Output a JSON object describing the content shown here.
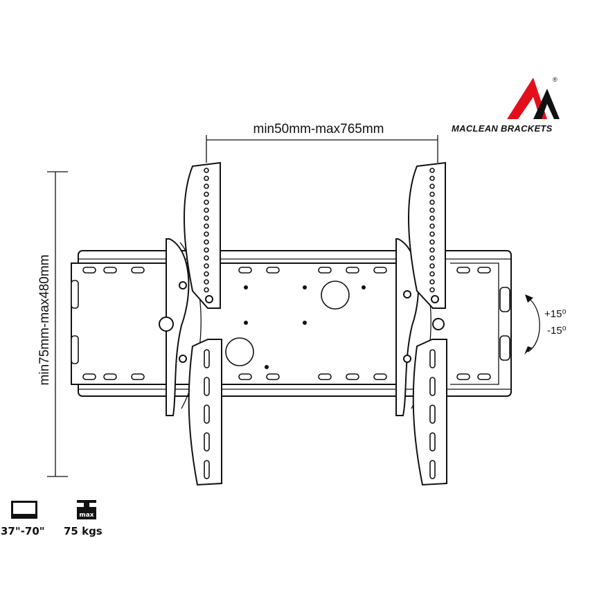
{
  "brand": {
    "name": "MACLEAN BRACKETS",
    "registered": "®",
    "colors": {
      "red": "#e3101c",
      "black": "#111111"
    }
  },
  "dimensions": {
    "width_label": "min50mm-max765mm",
    "height_label": "min75mm-max480mm"
  },
  "tilt": {
    "up": "+15⁰",
    "down": "-15⁰"
  },
  "specs": {
    "screen_size": "37\"-70\"",
    "max_load_badge": "max",
    "max_load": "75 kgs"
  }
}
